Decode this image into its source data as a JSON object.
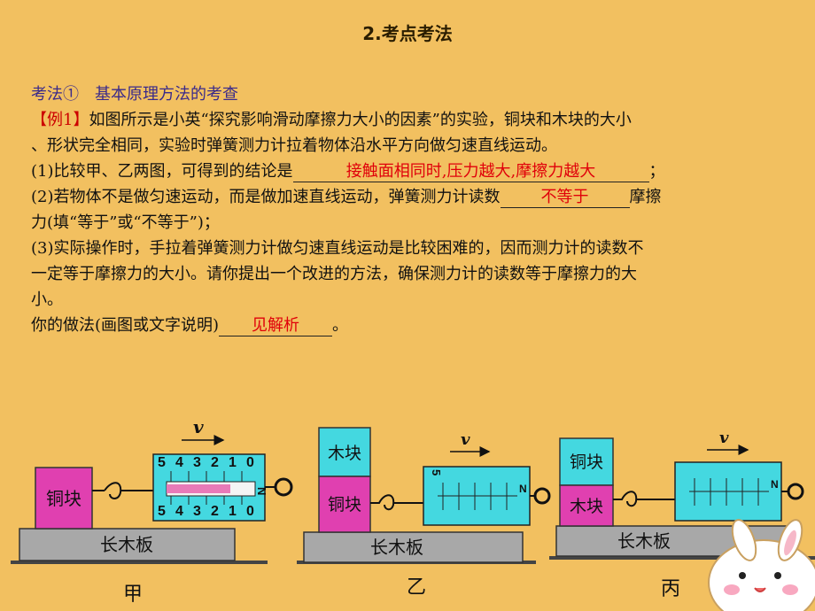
{
  "title": "2.考点考法",
  "method_heading": "考法①　基本原理方法的考查",
  "example_tag": "【例1】",
  "intro_line1": "如图所示是小英“探究影响滑动摩擦力大小的因素”的实验，铜块和木块的大小",
  "intro_line2": "、形状完全相同，实验时弹簧测力计拉着物体沿水平方向做匀速直线运动。",
  "q1_prefix": "(1)比较甲、乙两图，可得到的结论是",
  "q1_answer": "接触面相同时,压力越大,摩擦力越大",
  "q1_suffix": "；",
  "q2_prefix": "(2)若物体不是做匀速运动，而是做加速直线运动，弹簧测力计读数",
  "q2_answer": "不等于",
  "q2_suffix": "摩擦",
  "q2_line2": "力(填“等于”或“不等于”)；",
  "q3_line1": "(3)实际操作时，手拉着弹簧测力计做匀速直线运动是比较困难的，因而测力计的读数不",
  "q3_line2": "一定等于摩擦力的大小。请你提出一个改进的方法，确保测力计的读数等于摩擦力的大",
  "q3_line3": "小。",
  "q3_prefix": "你的做法(画图或文字说明)",
  "q3_answer": "见解析",
  "q3_suffix": "。",
  "figure": {
    "velocity_symbol": "v",
    "board_label": "长木板",
    "copper_label": "铜块",
    "wood_label": "木块",
    "scale_digits": [
      "0",
      "1",
      "2",
      "3",
      "4",
      "5"
    ],
    "scale_unit": "N",
    "captions": [
      "甲",
      "乙",
      "丙"
    ]
  }
}
